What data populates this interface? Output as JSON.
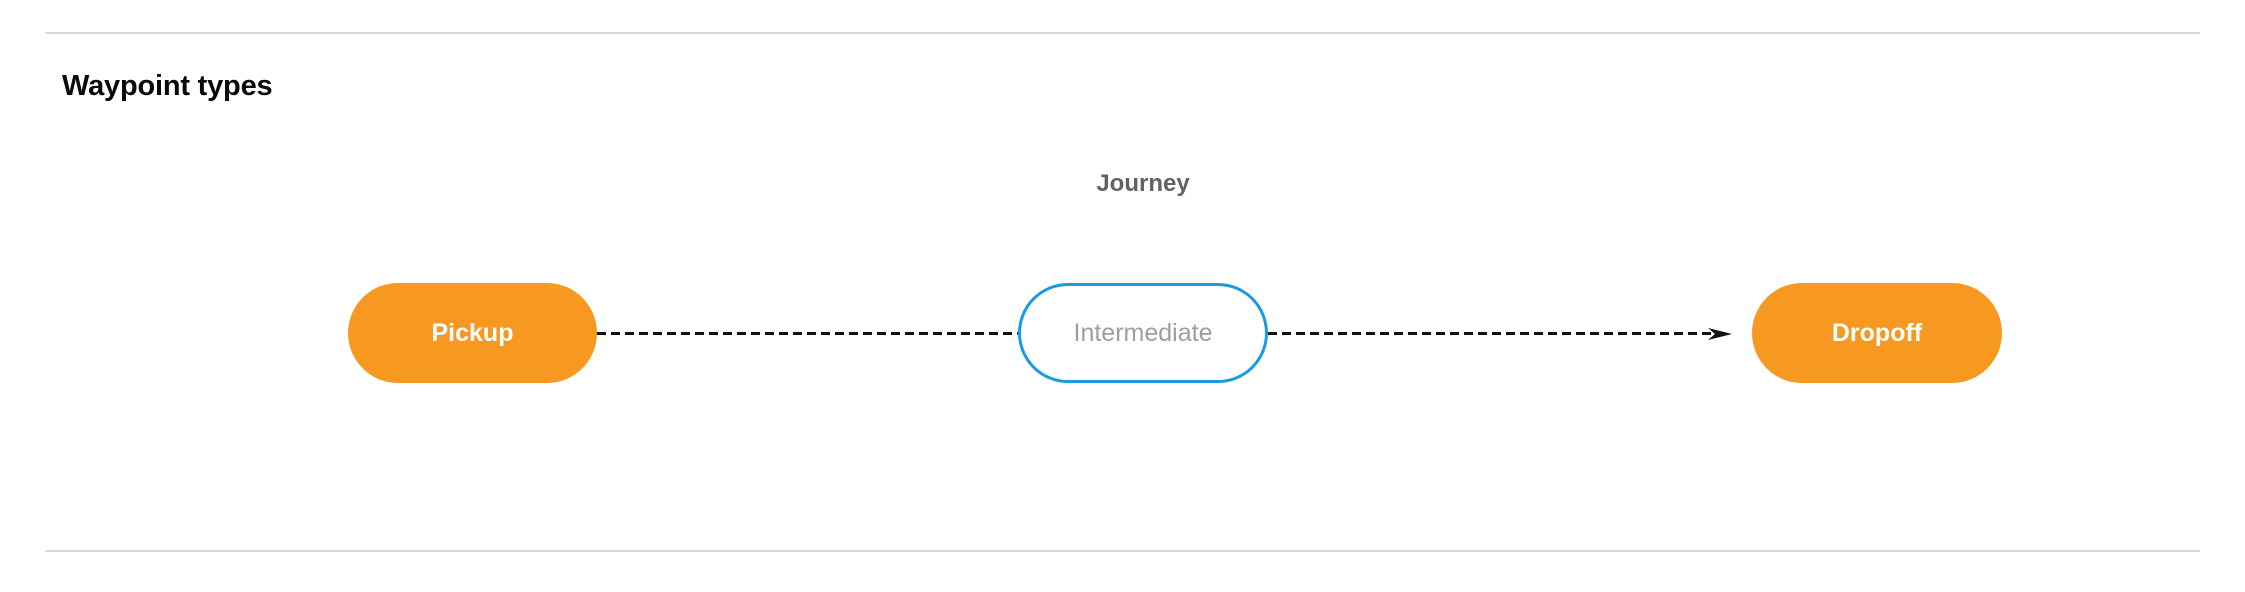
{
  "section": {
    "title": "Waypoint types"
  },
  "diagram": {
    "group_label": "Journey",
    "nodes": [
      {
        "id": "pickup",
        "label": "Pickup",
        "style": "filled",
        "color": "#f79821",
        "text_color": "#ffffff"
      },
      {
        "id": "intermediate",
        "label": "Intermediate",
        "style": "outline",
        "color": "#1a9ae1",
        "text_color": "#9e9e9e"
      },
      {
        "id": "dropoff",
        "label": "Dropoff",
        "style": "filled",
        "color": "#f79821",
        "text_color": "#ffffff"
      }
    ],
    "edges": [
      {
        "from": "pickup",
        "to": "intermediate",
        "line": "dashed",
        "arrow": false
      },
      {
        "from": "intermediate",
        "to": "dropoff",
        "line": "dashed",
        "arrow": true
      }
    ]
  },
  "colors": {
    "accent_orange": "#f79821",
    "accent_blue": "#1a9ae1",
    "rule": "#d7d8da",
    "label_gray": "#5f6368",
    "muted_gray": "#9e9e9e"
  }
}
